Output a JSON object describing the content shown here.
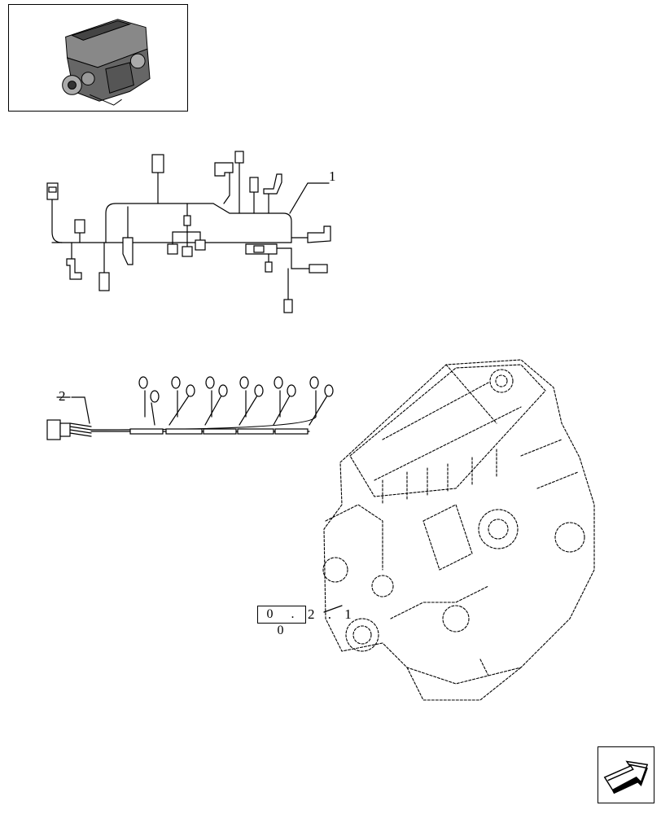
{
  "thumbnail": {
    "icon": "engine-thumbnail-icon"
  },
  "callouts": {
    "harness_1": "1",
    "harness_2": "2"
  },
  "reference": {
    "box_text": "0 . 0",
    "suffix_text": "2 . 1"
  },
  "navigation": {
    "next_icon": "next-page-arrow-icon"
  },
  "colors": {
    "line": "#000000",
    "background": "#ffffff",
    "thumbnail_fill": "#555555"
  }
}
